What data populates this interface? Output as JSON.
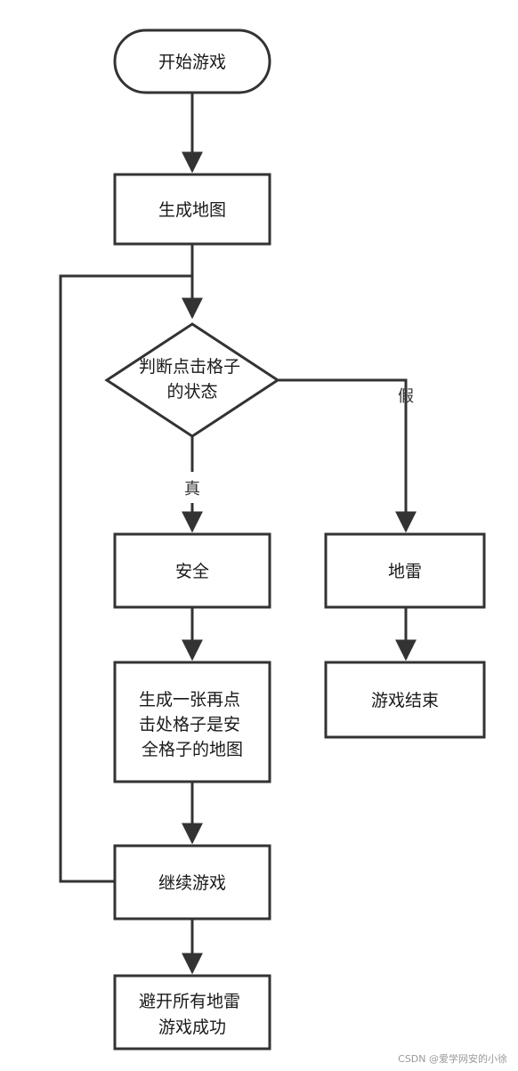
{
  "diagram": {
    "nodes": {
      "start": {
        "lines": [
          "开始游戏"
        ]
      },
      "generate_map": {
        "lines": [
          "生成地图"
        ]
      },
      "judge": {
        "lines": [
          "判断点击格子",
          "的状态"
        ]
      },
      "safe": {
        "lines": [
          "安全"
        ]
      },
      "mine": {
        "lines": [
          "地雷"
        ]
      },
      "regenerate": {
        "lines": [
          "生成一张再点",
          "击处格子是安",
          "全格子的地图"
        ]
      },
      "game_over": {
        "lines": [
          "游戏结束"
        ]
      },
      "continue": {
        "lines": [
          "继续游戏"
        ]
      },
      "success": {
        "lines": [
          "避开所有地雷",
          "游戏成功"
        ]
      }
    },
    "edge_labels": {
      "true_label": "真",
      "false_label": "假"
    }
  },
  "watermark": "CSDN @爱学网安的小徐",
  "colors": {
    "stroke": "#333333",
    "fill": "#ffffff",
    "text": "#1a1a1a"
  }
}
